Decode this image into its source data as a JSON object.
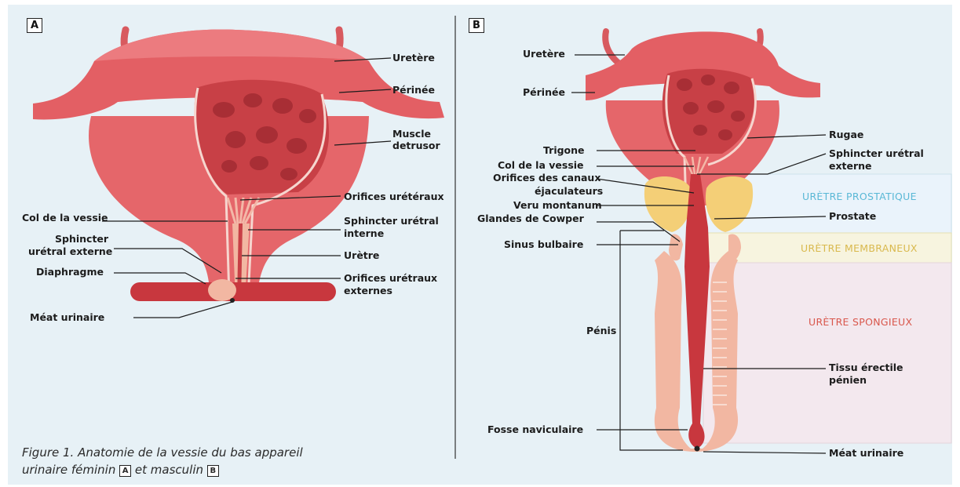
{
  "panel_a": {
    "tag": "A",
    "labels": {
      "uretere": "Uretère",
      "perinee": "Périnée",
      "muscle_detrusor_l1": "Muscle",
      "muscle_detrusor_l2": "detrusor",
      "orifices_ureteraux": "Orifices urétéraux",
      "col_vessie": "Col de la vessie",
      "sphincter_interne_l1": "Sphincter urétral",
      "sphincter_interne_l2": "interne",
      "sphincter_externe_l1": "Sphincter",
      "sphincter_externe_l2": "urétral externe",
      "uretre": "Urètre",
      "diaphragme": "Diaphragme",
      "orifices_externes_l1": "Orifices urétraux",
      "orifices_externes_l2": "externes",
      "meat": "Méat urinaire"
    }
  },
  "panel_b": {
    "tag": "B",
    "labels": {
      "uretere": "Uretère",
      "perinee": "Périnée",
      "rugae": "Rugae",
      "trigone": "Trigone",
      "sphincter_externe_l1": "Sphincter urétral",
      "sphincter_externe_l2": "externe",
      "col_vessie": "Col de la vessie",
      "orifices_canaux_l1": "Orifices des canaux",
      "orifices_canaux_l2": "éjaculateurs",
      "veru": "Veru montanum",
      "glandes": "Glandes de Cowper",
      "prostate": "Prostate",
      "sinus": "Sinus bulbaire",
      "penis": "Pénis",
      "tissu_l1": "Tissu érectile",
      "tissu_l2": "pénien",
      "fosse": "Fosse naviculaire",
      "meat": "Méat urinaire"
    },
    "regions": {
      "prostatique": "URÈTRE PROSTATIQUE",
      "membraneux": "URÈTRE MEMBRANEUX",
      "spongieux": "URÈTRE SPONGIEUX"
    }
  },
  "caption": {
    "line1": "Figure 1. Anatomie de la vessie du bas appareil",
    "line2_a": "urinaire féminin",
    "tag_a": "A",
    "line2_mid": "et masculin",
    "tag_b": "B"
  },
  "colors": {
    "background": "#e7f1f6",
    "tissue": "#e5666a",
    "tissue_dark": "#b9373d",
    "interior": "#c84046",
    "prostate": "#f4cf77",
    "urethra": "#f2b7a2",
    "region_prostatique": "#5ab8d6",
    "region_membraneux": "#e3c566",
    "region_spongieux": "#d9574c"
  }
}
